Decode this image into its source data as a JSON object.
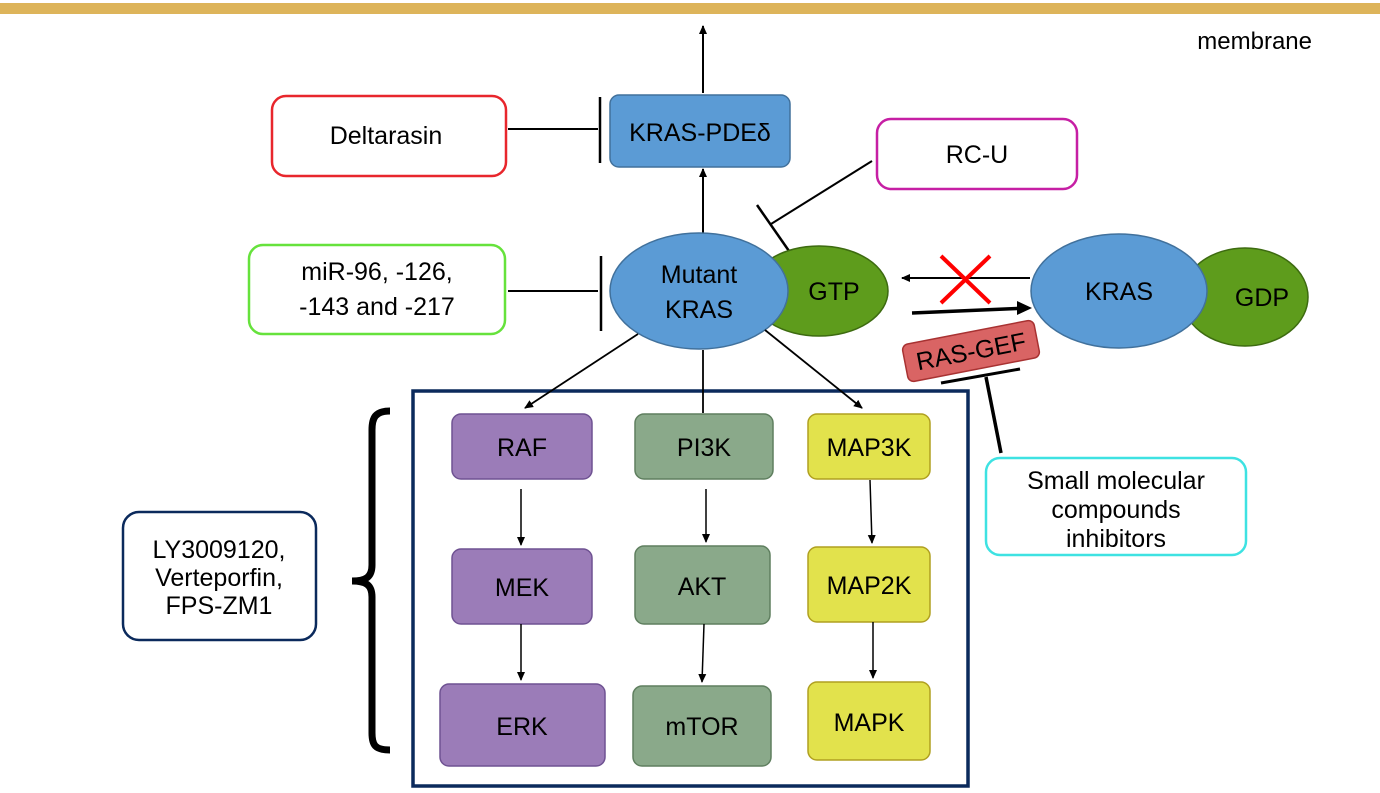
{
  "membrane_label": "membrane",
  "nodes": {
    "kras_pdeD": "KRAS-PDEδ",
    "mutant_kras_line1": "Mutant",
    "mutant_kras_line2": "KRAS",
    "gtp": "GTP",
    "kras": "KRAS",
    "gdp": "GDP",
    "ras_gef": "RAS-GEF",
    "raf": "RAF",
    "mek": "MEK",
    "erk": "ERK",
    "pi3k": "PI3K",
    "akt": "AKT",
    "mtor": "mTOR",
    "map3k": "MAP3K",
    "map2k": "MAP2K",
    "mapk": "MAPK"
  },
  "inhibitors": {
    "deltarasin": "Deltarasin",
    "rcu": "RC-U",
    "mir_line1": "miR-96, -126,",
    "mir_line2": "-143 and -217",
    "small_line1": "Small molecular",
    "small_line2": "compounds",
    "small_line3": "inhibitors",
    "ly_line1": "LY3009120,",
    "ly_line2": "Verteporfin,",
    "ly_line3": "FPS-ZM1"
  },
  "colors": {
    "membrane": "#ddb45a",
    "blue_node": "#5b9bd5",
    "green_node": "#5e9c1c",
    "purple_node": "#9b7cb8",
    "grey_green_node": "#8aa98a",
    "yellow_node": "#e2e24c",
    "ras_gef": "#d96464",
    "box_navy": "#0b2a5c",
    "deltarasin_border": "#e8262c",
    "rcu_border": "#c61fa4",
    "mir_border": "#66e23c",
    "small_border": "#3ee2e2",
    "cross": "#ff0000"
  }
}
